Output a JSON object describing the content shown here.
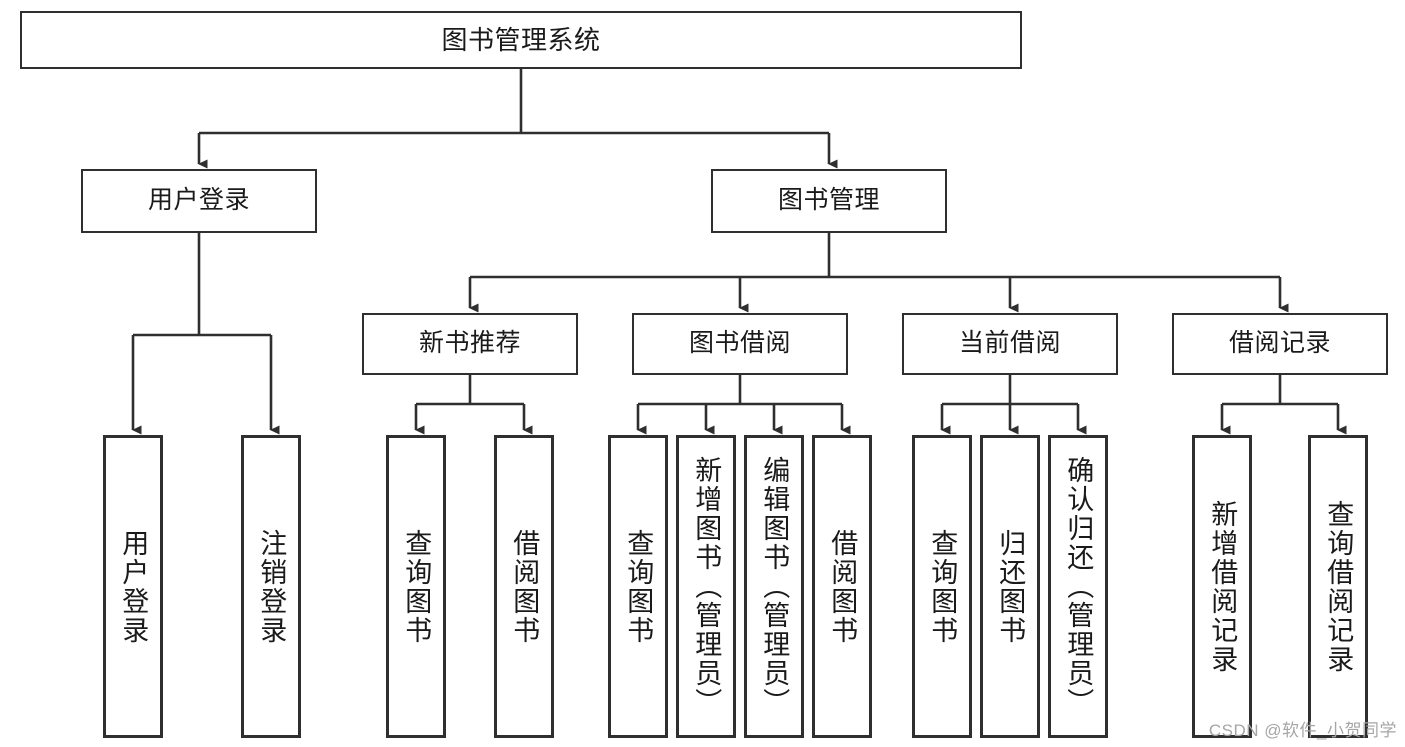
{
  "diagram": {
    "type": "tree",
    "title": "图书管理系统",
    "root": {
      "label": "图书管理系统"
    },
    "level2": [
      {
        "label": "用户登录"
      },
      {
        "label": "图书管理"
      }
    ],
    "level3": [
      {
        "label": "新书推荐"
      },
      {
        "label": "图书借阅"
      },
      {
        "label": "当前借阅"
      },
      {
        "label": "借阅记录"
      }
    ],
    "leaves": {
      "user_login": [
        {
          "label": "用户登录"
        },
        {
          "label": "注销登录"
        }
      ],
      "new_book_recommend": [
        {
          "label": "查询图书"
        },
        {
          "label": "借阅图书"
        }
      ],
      "book_borrow": [
        {
          "label": "查询图书"
        },
        {
          "label": "新增图书（管理员）"
        },
        {
          "label": "编辑图书（管理员）"
        },
        {
          "label": "借阅图书"
        }
      ],
      "current_borrow": [
        {
          "label": "查询图书"
        },
        {
          "label": "归还图书"
        },
        {
          "label": "确认归还（管理员）"
        }
      ],
      "borrow_record": [
        {
          "label": "新增借阅记录"
        },
        {
          "label": "查询借阅记录"
        }
      ]
    }
  },
  "watermark": {
    "text": "CSDN @软件_小贺同学"
  },
  "colors": {
    "box_border": "#2f2f2f",
    "box_fill": "#ffffff",
    "connector": "#2f2f2f",
    "text": "#1a1a1a",
    "watermark": "#a6a6a6"
  }
}
